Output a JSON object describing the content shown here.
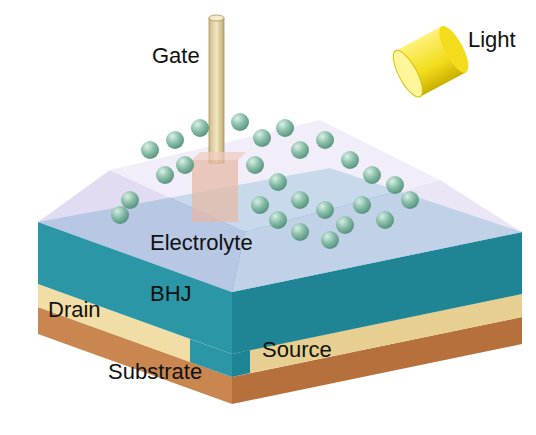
{
  "diagram": {
    "labels": [
      "Gate",
      "Light",
      "Electrolyte",
      "BHJ",
      "Drain",
      "Substrate",
      "Source"
    ]
  }
}
